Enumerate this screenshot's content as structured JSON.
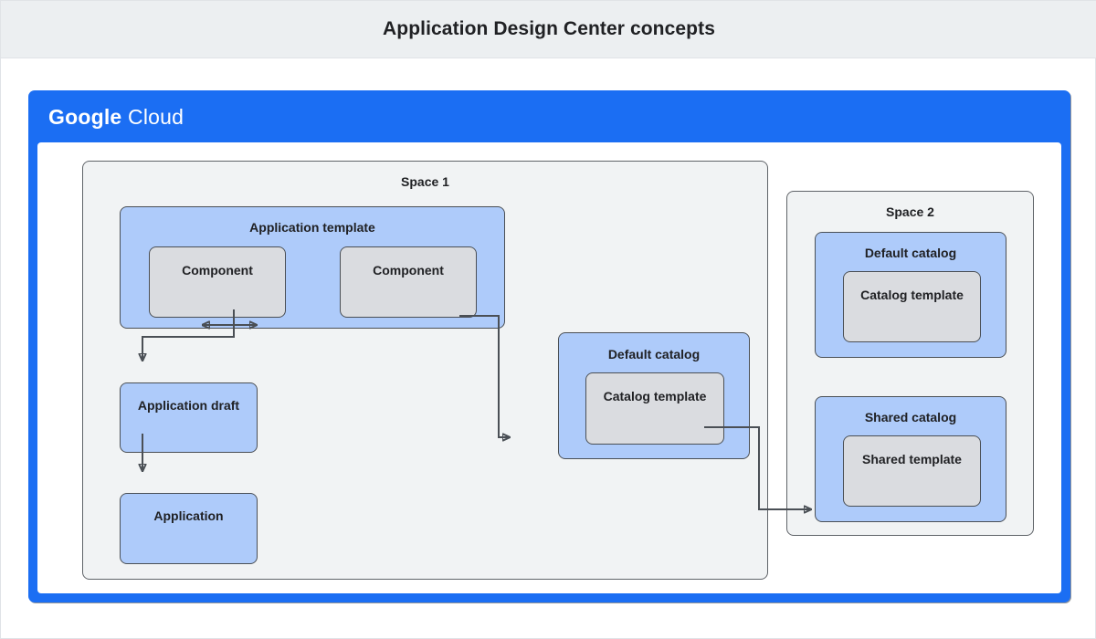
{
  "header": {
    "title": "Application Design Center concepts"
  },
  "cloud": {
    "logo_primary": "Google",
    "logo_secondary": "Cloud"
  },
  "colors": {
    "title_bar_bg": "#eceff1",
    "cloud_blue": "#1b6ef3",
    "space_bg": "#f1f3f4",
    "blue_box": "#aecbfa",
    "gray_box": "#dadce0",
    "border": "#4a4f55",
    "text": "#202124"
  },
  "spaces": [
    {
      "label": "Space 1",
      "boxes": {
        "application_template": {
          "label": "Application template",
          "components": [
            {
              "label": "Component"
            },
            {
              "label": "Component"
            }
          ]
        },
        "application_draft": {
          "label": "Application draft"
        },
        "application": {
          "label": "Application"
        },
        "default_catalog": {
          "label": "Default catalog",
          "template": {
            "label": "Catalog template"
          }
        }
      }
    },
    {
      "label": "Space 2",
      "boxes": {
        "default_catalog": {
          "label": "Default catalog",
          "template": {
            "label": "Catalog template"
          }
        },
        "shared_catalog": {
          "label": "Shared catalog",
          "template": {
            "label": "Shared template"
          }
        }
      }
    }
  ],
  "connectors": [
    {
      "name": "component-to-component",
      "type": "bidirectional"
    },
    {
      "name": "application-template-to-application-draft",
      "type": "arrow"
    },
    {
      "name": "application-draft-to-application",
      "type": "arrow"
    },
    {
      "name": "application-template-to-default-catalog",
      "type": "arrow"
    },
    {
      "name": "default-catalog-to-shared-catalog",
      "type": "arrow"
    }
  ]
}
